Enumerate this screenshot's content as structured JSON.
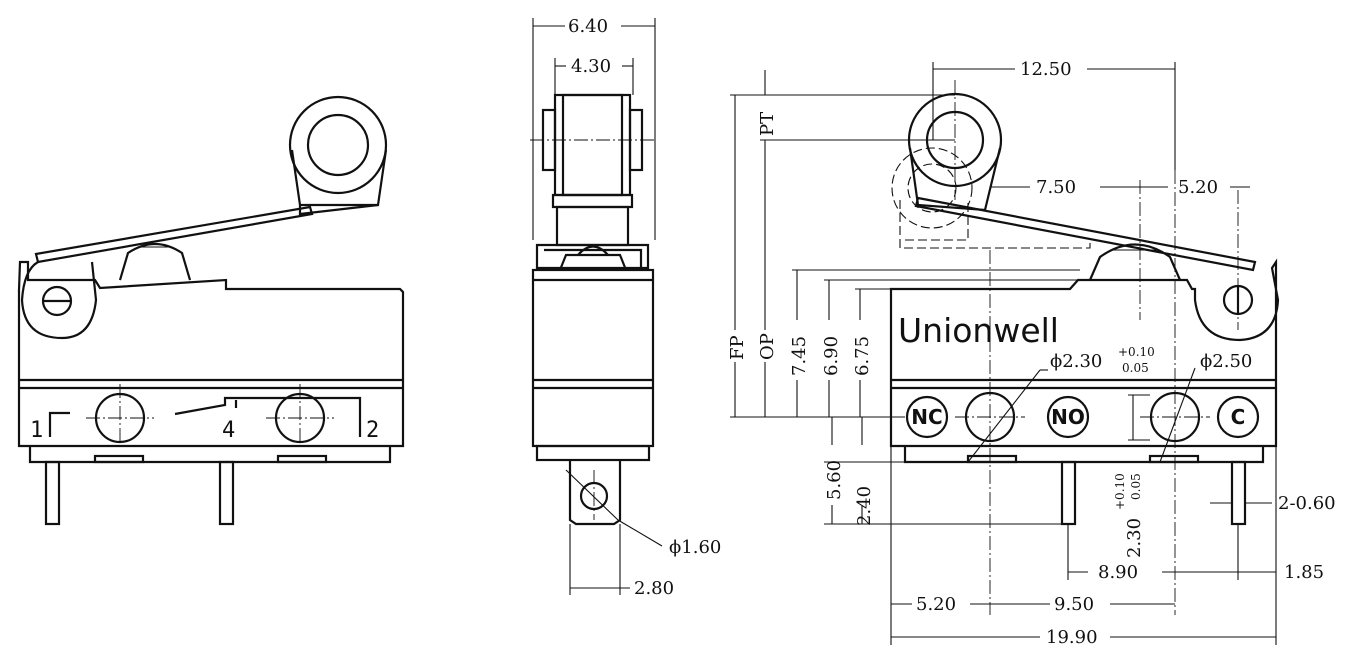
{
  "brand": "Unionwell",
  "pin_labels": {
    "pin1": "1",
    "pin4": "4",
    "pin2": "2"
  },
  "terminals": {
    "nc": "NC",
    "no": "NO",
    "c": "C"
  },
  "dims": {
    "top_width": "6.40",
    "top_inner": "4.30",
    "pin_hole": "ϕ1.60",
    "pin_offset": "2.80",
    "lever_span": "12.50",
    "pt": "PT",
    "fp": "FP",
    "op": "OP",
    "d745": "7.45",
    "d690": "6.90",
    "d675": "6.75",
    "d750": "7.50",
    "d520_top": "5.20",
    "hole_230": "ϕ2.30",
    "hole_230_tol_plus": "+0.10",
    "hole_230_tol_minus": "0.05",
    "hole_250": "ϕ2.50",
    "d560": "5.60",
    "d240": "2.40",
    "v_230": "2.30",
    "v_230_tol_plus": "+0.10",
    "v_230_tol_minus": "0.05",
    "pin_width": "2-0.60",
    "d890": "8.90",
    "d185": "1.85",
    "d520_bottom": "5.20",
    "d950": "9.50",
    "d1990": "19.90"
  }
}
